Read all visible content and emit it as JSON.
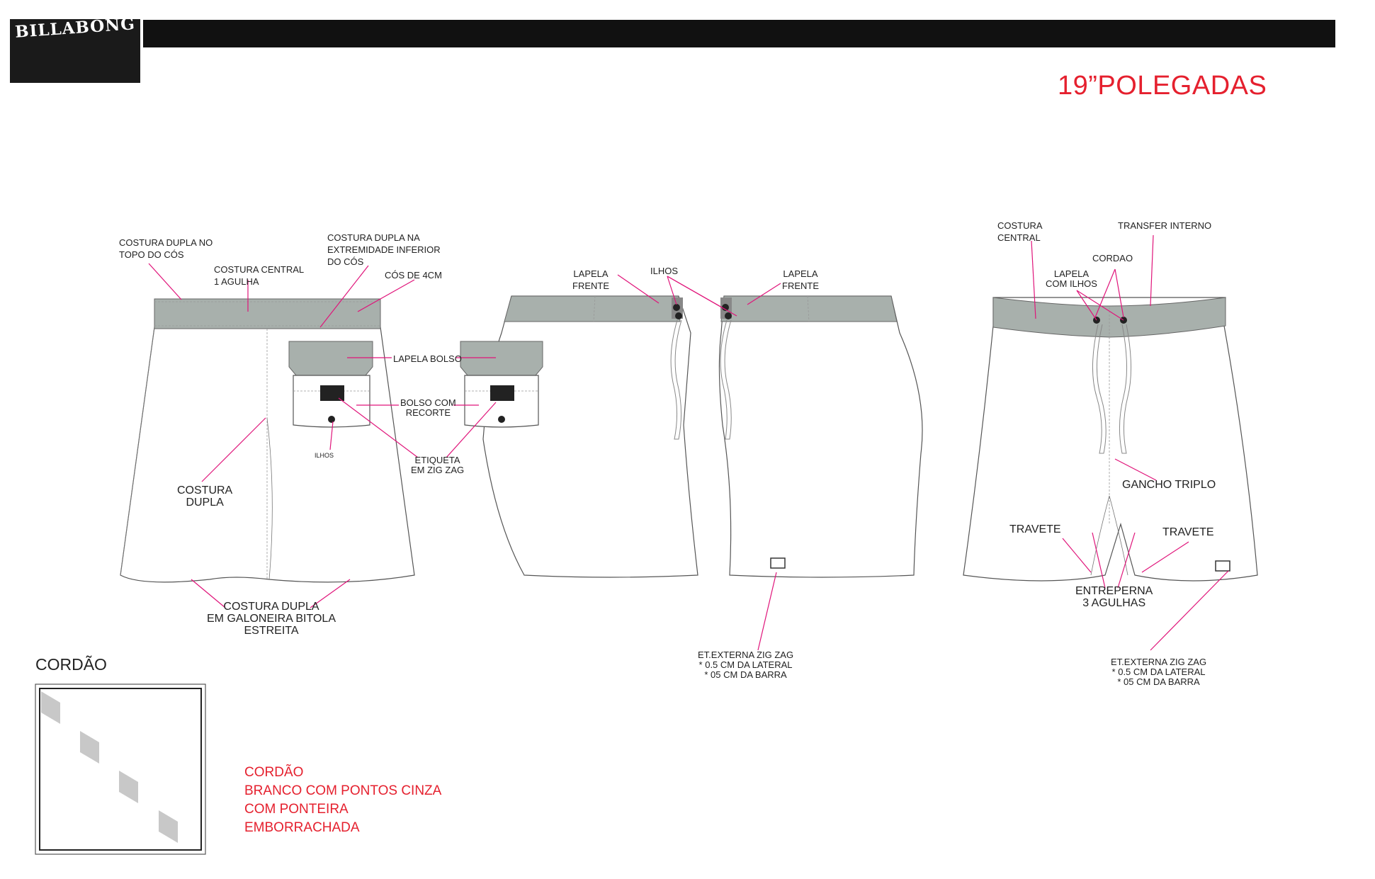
{
  "header": {
    "brand": "BILLABONG",
    "size_title": "19”POLEGADAS"
  },
  "labels": {
    "costura_dupla_topo": [
      "COSTURA DUPLA NO",
      "TOPO DO CÓS"
    ],
    "costura_central_agulha": [
      "COSTURA CENTRAL",
      "1 AGULHA"
    ],
    "costura_dupla_inferior": [
      "COSTURA DUPLA NA",
      "EXTREMIDADE INFERIOR",
      "DO CÓS"
    ],
    "cos_4cm": "CÓS DE 4CM",
    "lapela_bolso": "LAPELA BOLSO",
    "bolso_recorte": [
      "BOLSO COM",
      "RECORTE"
    ],
    "ilhos_bolso": "ILHOS",
    "etiqueta_zigzag": [
      "ETIQUETA",
      "EM ZIG ZAG"
    ],
    "costura_dupla_lateral": [
      "COSTURA",
      "DUPLA"
    ],
    "costura_dupla_galoneira": [
      "COSTURA DUPLA",
      "EM GALONEIRA BITOLA",
      "ESTREITA"
    ],
    "lapela_frente_left": [
      "LAPELA",
      "FRENTE"
    ],
    "ilhos_side": "ILHOS",
    "lapela_frente_right": [
      "LAPELA",
      "FRENTE"
    ],
    "et_externa_side": [
      "ET.EXTERNA ZIG ZAG",
      "* 0.5 CM DA LATERAL",
      "* 05 CM DA BARRA"
    ],
    "costura_central_front": [
      "COSTURA",
      "CENTRAL"
    ],
    "transfer_interno": "TRANSFER INTERNO",
    "cordao_label": "CORDAO",
    "lapela_ilhos": [
      "LAPELA",
      "COM ILHOS"
    ],
    "gancho_triplo": "GANCHO TRIPLO",
    "travete_left": "TRAVETE",
    "travete_right": "TRAVETE",
    "entreperna": [
      "ENTREPERNA",
      "3 AGULHAS"
    ],
    "et_externa_front": [
      "ET.EXTERNA ZIG ZAG",
      "* 0.5 CM DA LATERAL",
      "* 05 CM DA BARRA"
    ]
  },
  "cordao": {
    "title": "CORDÃO",
    "description": [
      "CORDÃO",
      "BRANCO COM PONTOS CINZA",
      "COM PONTEIRA",
      "EMBORRACHADA"
    ]
  },
  "colors": {
    "waistband": "#a8b0ac",
    "callout_line": "#e0147a",
    "accent_red": "#e5202e",
    "pattern_dot": "#c8c8c8"
  }
}
